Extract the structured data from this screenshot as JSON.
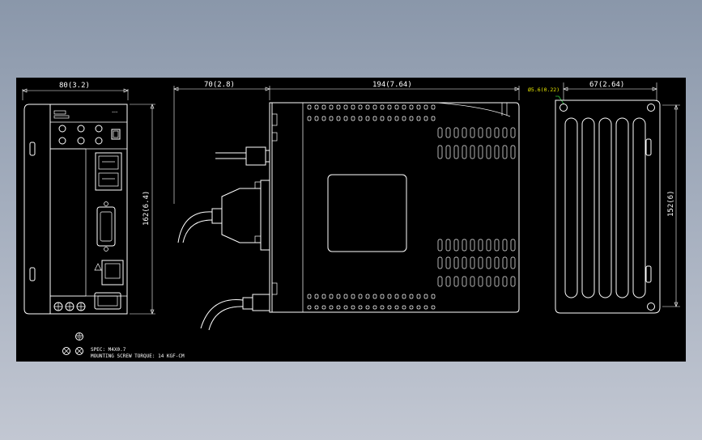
{
  "dimensions": {
    "front_width": "80(3.2)",
    "cable_depth": "70(2.8)",
    "side_depth": "194(7.64)",
    "rear_width": "67(2.64)",
    "height": "162(6.4)",
    "rear_height": "152(6)",
    "hole": "Ø5.6(0.22)"
  },
  "notes": {
    "line1": "SPEC: M4X0.7",
    "line2": "MOUNTING SCREW TORQUE: 14 KGF-CM"
  },
  "colors": {
    "background": "#000000",
    "lines": "#ffffff",
    "hole_label": "#e8e800",
    "hole_leader": "#2ecc40"
  }
}
